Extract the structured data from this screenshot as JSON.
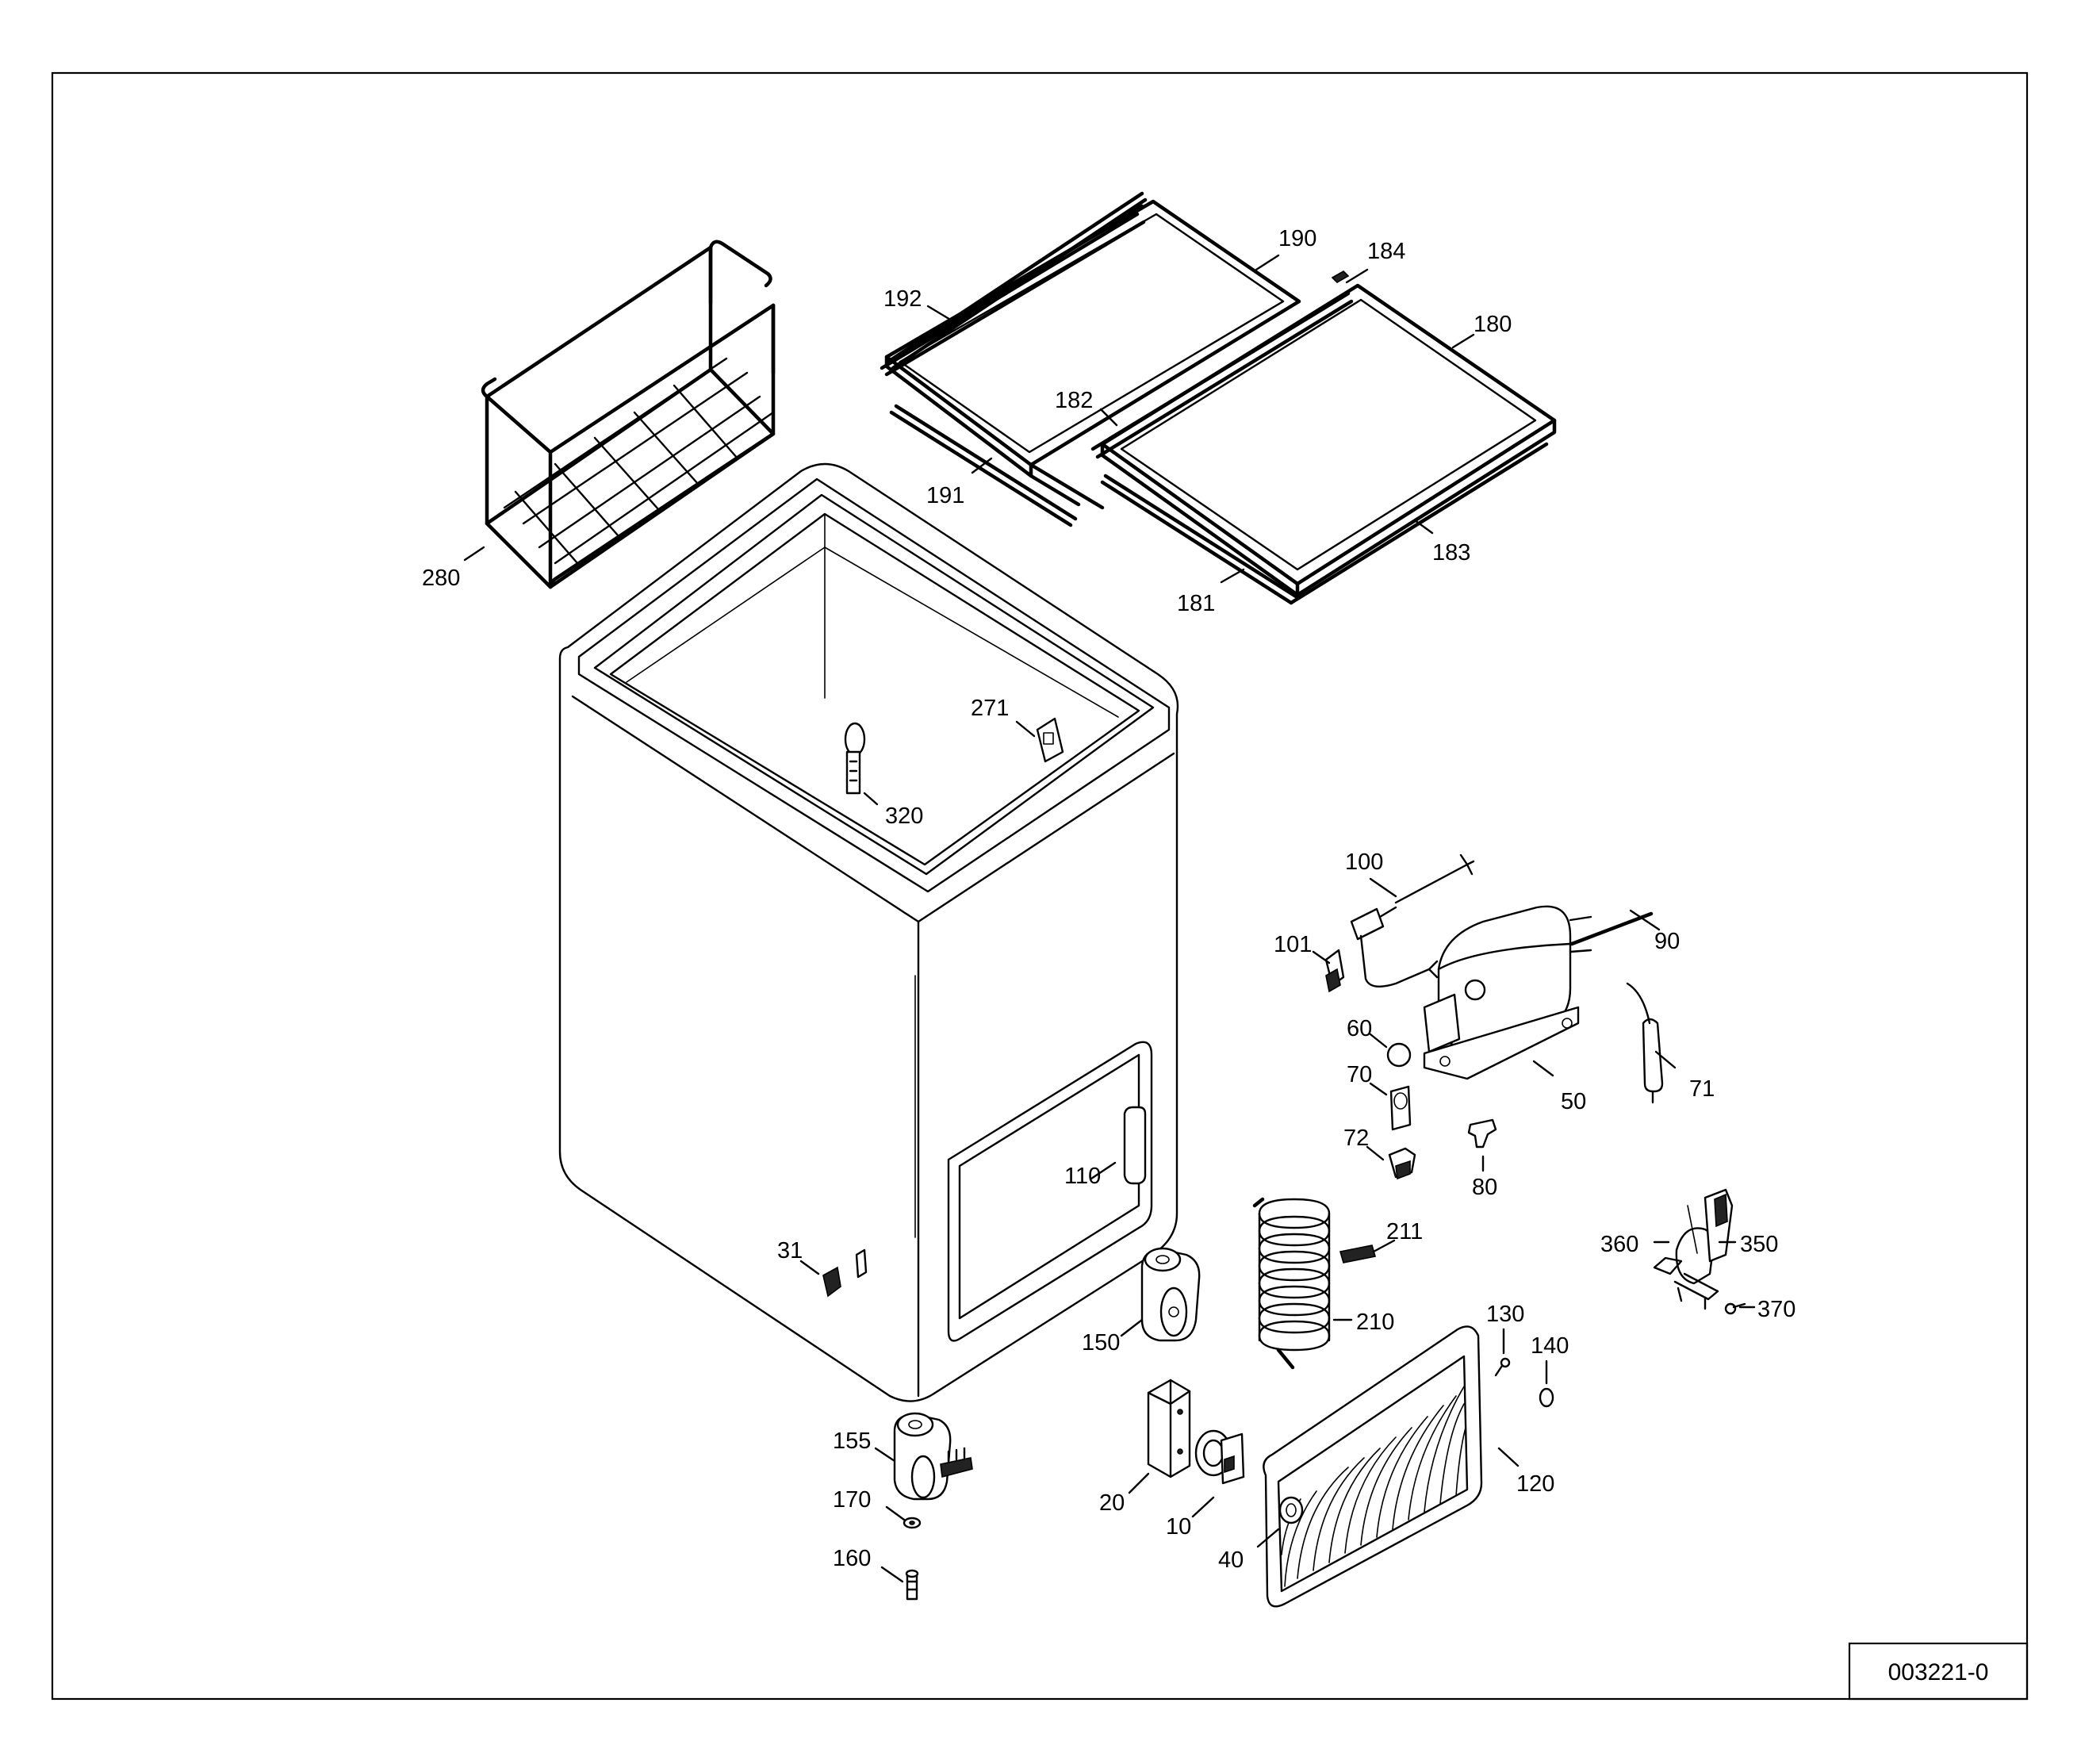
{
  "drawing_id": "003221-0",
  "callouts": [
    {
      "id": "p192",
      "text": "192"
    },
    {
      "id": "p190",
      "text": "190"
    },
    {
      "id": "p184",
      "text": "184"
    },
    {
      "id": "p180",
      "text": "180"
    },
    {
      "id": "p182",
      "text": "182"
    },
    {
      "id": "p191",
      "text": "191"
    },
    {
      "id": "p183",
      "text": "183"
    },
    {
      "id": "p181",
      "text": "181"
    },
    {
      "id": "p280",
      "text": "280"
    },
    {
      "id": "p271",
      "text": "271"
    },
    {
      "id": "p320",
      "text": "320"
    },
    {
      "id": "p100",
      "text": "100"
    },
    {
      "id": "p90",
      "text": "90"
    },
    {
      "id": "p101",
      "text": "101"
    },
    {
      "id": "p60",
      "text": "60"
    },
    {
      "id": "p70",
      "text": "70"
    },
    {
      "id": "p50",
      "text": "50"
    },
    {
      "id": "p71",
      "text": "71"
    },
    {
      "id": "p72",
      "text": "72"
    },
    {
      "id": "p80",
      "text": "80"
    },
    {
      "id": "p110",
      "text": "110"
    },
    {
      "id": "p211",
      "text": "211"
    },
    {
      "id": "p360",
      "text": "360"
    },
    {
      "id": "p350",
      "text": "350"
    },
    {
      "id": "p31",
      "text": "31"
    },
    {
      "id": "p210",
      "text": "210"
    },
    {
      "id": "p370",
      "text": "370"
    },
    {
      "id": "p150",
      "text": "150"
    },
    {
      "id": "p130",
      "text": "130"
    },
    {
      "id": "p140",
      "text": "140"
    },
    {
      "id": "p155",
      "text": "155"
    },
    {
      "id": "p20",
      "text": "20"
    },
    {
      "id": "p120",
      "text": "120"
    },
    {
      "id": "p170",
      "text": "170"
    },
    {
      "id": "p10",
      "text": "10"
    },
    {
      "id": "p40",
      "text": "40"
    },
    {
      "id": "p160",
      "text": "160"
    }
  ]
}
